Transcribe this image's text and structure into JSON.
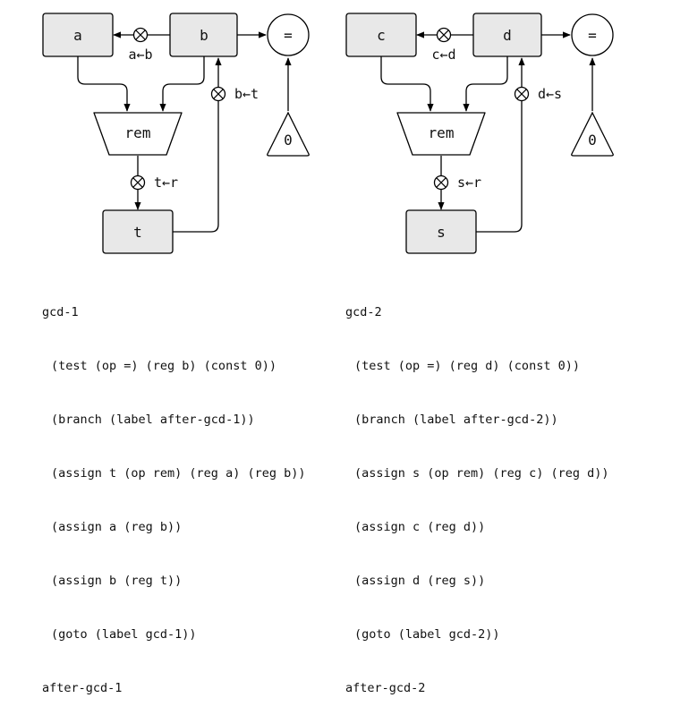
{
  "left": {
    "reg_a": "a",
    "reg_b": "b",
    "reg_t": "t",
    "test_op": "=",
    "constant": "0",
    "op": "rem",
    "assign_a_label": "a←b",
    "assign_b_label": "b←t",
    "assign_t_label": "t←r"
  },
  "right": {
    "reg_c": "c",
    "reg_d": "d",
    "reg_s": "s",
    "test_op": "=",
    "constant": "0",
    "op": "rem",
    "assign_c_label": "c←d",
    "assign_d_label": "d←s",
    "assign_s_label": "s←r"
  },
  "code_left": [
    "gcd-1",
    "(test (op =) (reg b) (const 0))",
    "(branch (label after-gcd-1))",
    "(assign t (op rem) (reg a) (reg b))",
    "(assign a (reg b))",
    "(assign b (reg t))",
    "(goto (label gcd-1))",
    "after-gcd-1"
  ],
  "code_right": [
    "gcd-2",
    "(test (op =) (reg d) (const 0))",
    "(branch (label after-gcd-2))",
    "(assign s (op rem) (reg c) (reg d))",
    "(assign c (reg d))",
    "(assign d (reg s))",
    "(goto (label gcd-2))",
    "after-gcd-2"
  ]
}
